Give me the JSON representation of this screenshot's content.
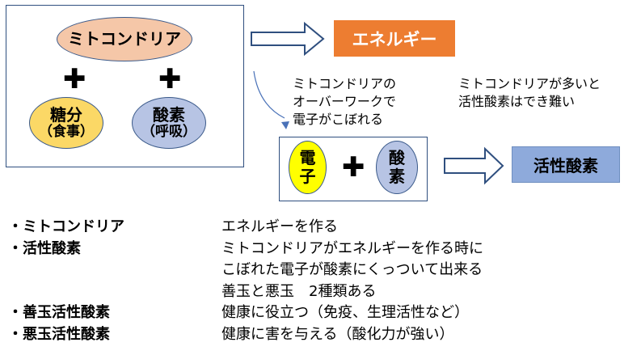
{
  "diagram": {
    "mitochondria_label": "ミトコンドリア",
    "plus_symbol": "✚",
    "sugar": {
      "main": "糖分",
      "sub": "（食事）"
    },
    "oxygen": {
      "main": "酸素",
      "sub": "（呼吸）"
    },
    "energy_label": "エネルギー",
    "note_overwork": "ミトコンドリアの\nオーバーワークで\n電子がこぼれる",
    "note_many": "ミトコンドリアが多いと\n活性酸素はでき難い",
    "electron": {
      "char1": "電",
      "char2": "子"
    },
    "oxygen_small": {
      "char1": "酸",
      "char2": "素"
    },
    "reactive_oxygen_label": "活性酸素",
    "colors": {
      "energy": "#ed7d31",
      "active_oxygen": "#8eaadb",
      "mito": "#f5c7a8",
      "sugar": "#fbd866",
      "oxygen": "#b7c4e4",
      "electron": "#ffff00"
    }
  },
  "definitions": [
    {
      "key": "・ミトコンドリア",
      "lines": [
        "エネルギーを作る"
      ]
    },
    {
      "key": "・活性酸素",
      "lines": [
        "ミトコンドリアがエネルギーを作る時に",
        "こぼれた電子が酸素にくっついて出来る",
        "善玉と悪玉　2種類ある"
      ]
    },
    {
      "key": "・善玉活性酸素",
      "lines": [
        "健康に役立つ（免疫、生理活性など）"
      ]
    },
    {
      "key": "・悪玉活性酸素",
      "lines": [
        "健康に害を与える（酸化力が強い）"
      ]
    }
  ]
}
